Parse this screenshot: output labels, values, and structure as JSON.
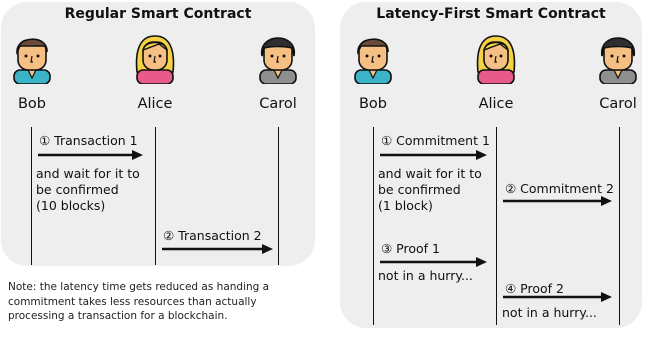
{
  "left": {
    "title": "Regular Smart Contract",
    "actors": [
      "Bob",
      "Alice",
      "Carol"
    ],
    "step1": "① Transaction 1",
    "wait_lines": [
      "and wait for it to",
      "be confirmed",
      "(10 blocks)"
    ],
    "step2": "② Transaction 2"
  },
  "right": {
    "title": "Latency-First Smart Contract",
    "actors": [
      "Bob",
      "Alice",
      "Carol"
    ],
    "step1": "① Commitment 1",
    "wait_lines": [
      "and wait for it to",
      "be confirmed",
      "(1 block)"
    ],
    "step2": "② Commitment 2",
    "step3": "③ Proof 1",
    "step3_sub": "not in a hurry...",
    "step4": "④ Proof 2",
    "step4_sub": "not in a hurry..."
  },
  "note": "Note: the latency time gets reduced as handing a commitment takes less resources than actually processing a transaction for a blockchain.",
  "colors": {
    "panel_bg": "#eeeeee",
    "skin": "#f6c084",
    "bob_hair": "#6b4c3b",
    "bob_shirt": "#3cb4c8",
    "alice_hair": "#f7d145",
    "alice_shirt": "#e85a8a",
    "carol_hair": "#2f2f2f",
    "carol_shirt": "#8f8f8f"
  }
}
